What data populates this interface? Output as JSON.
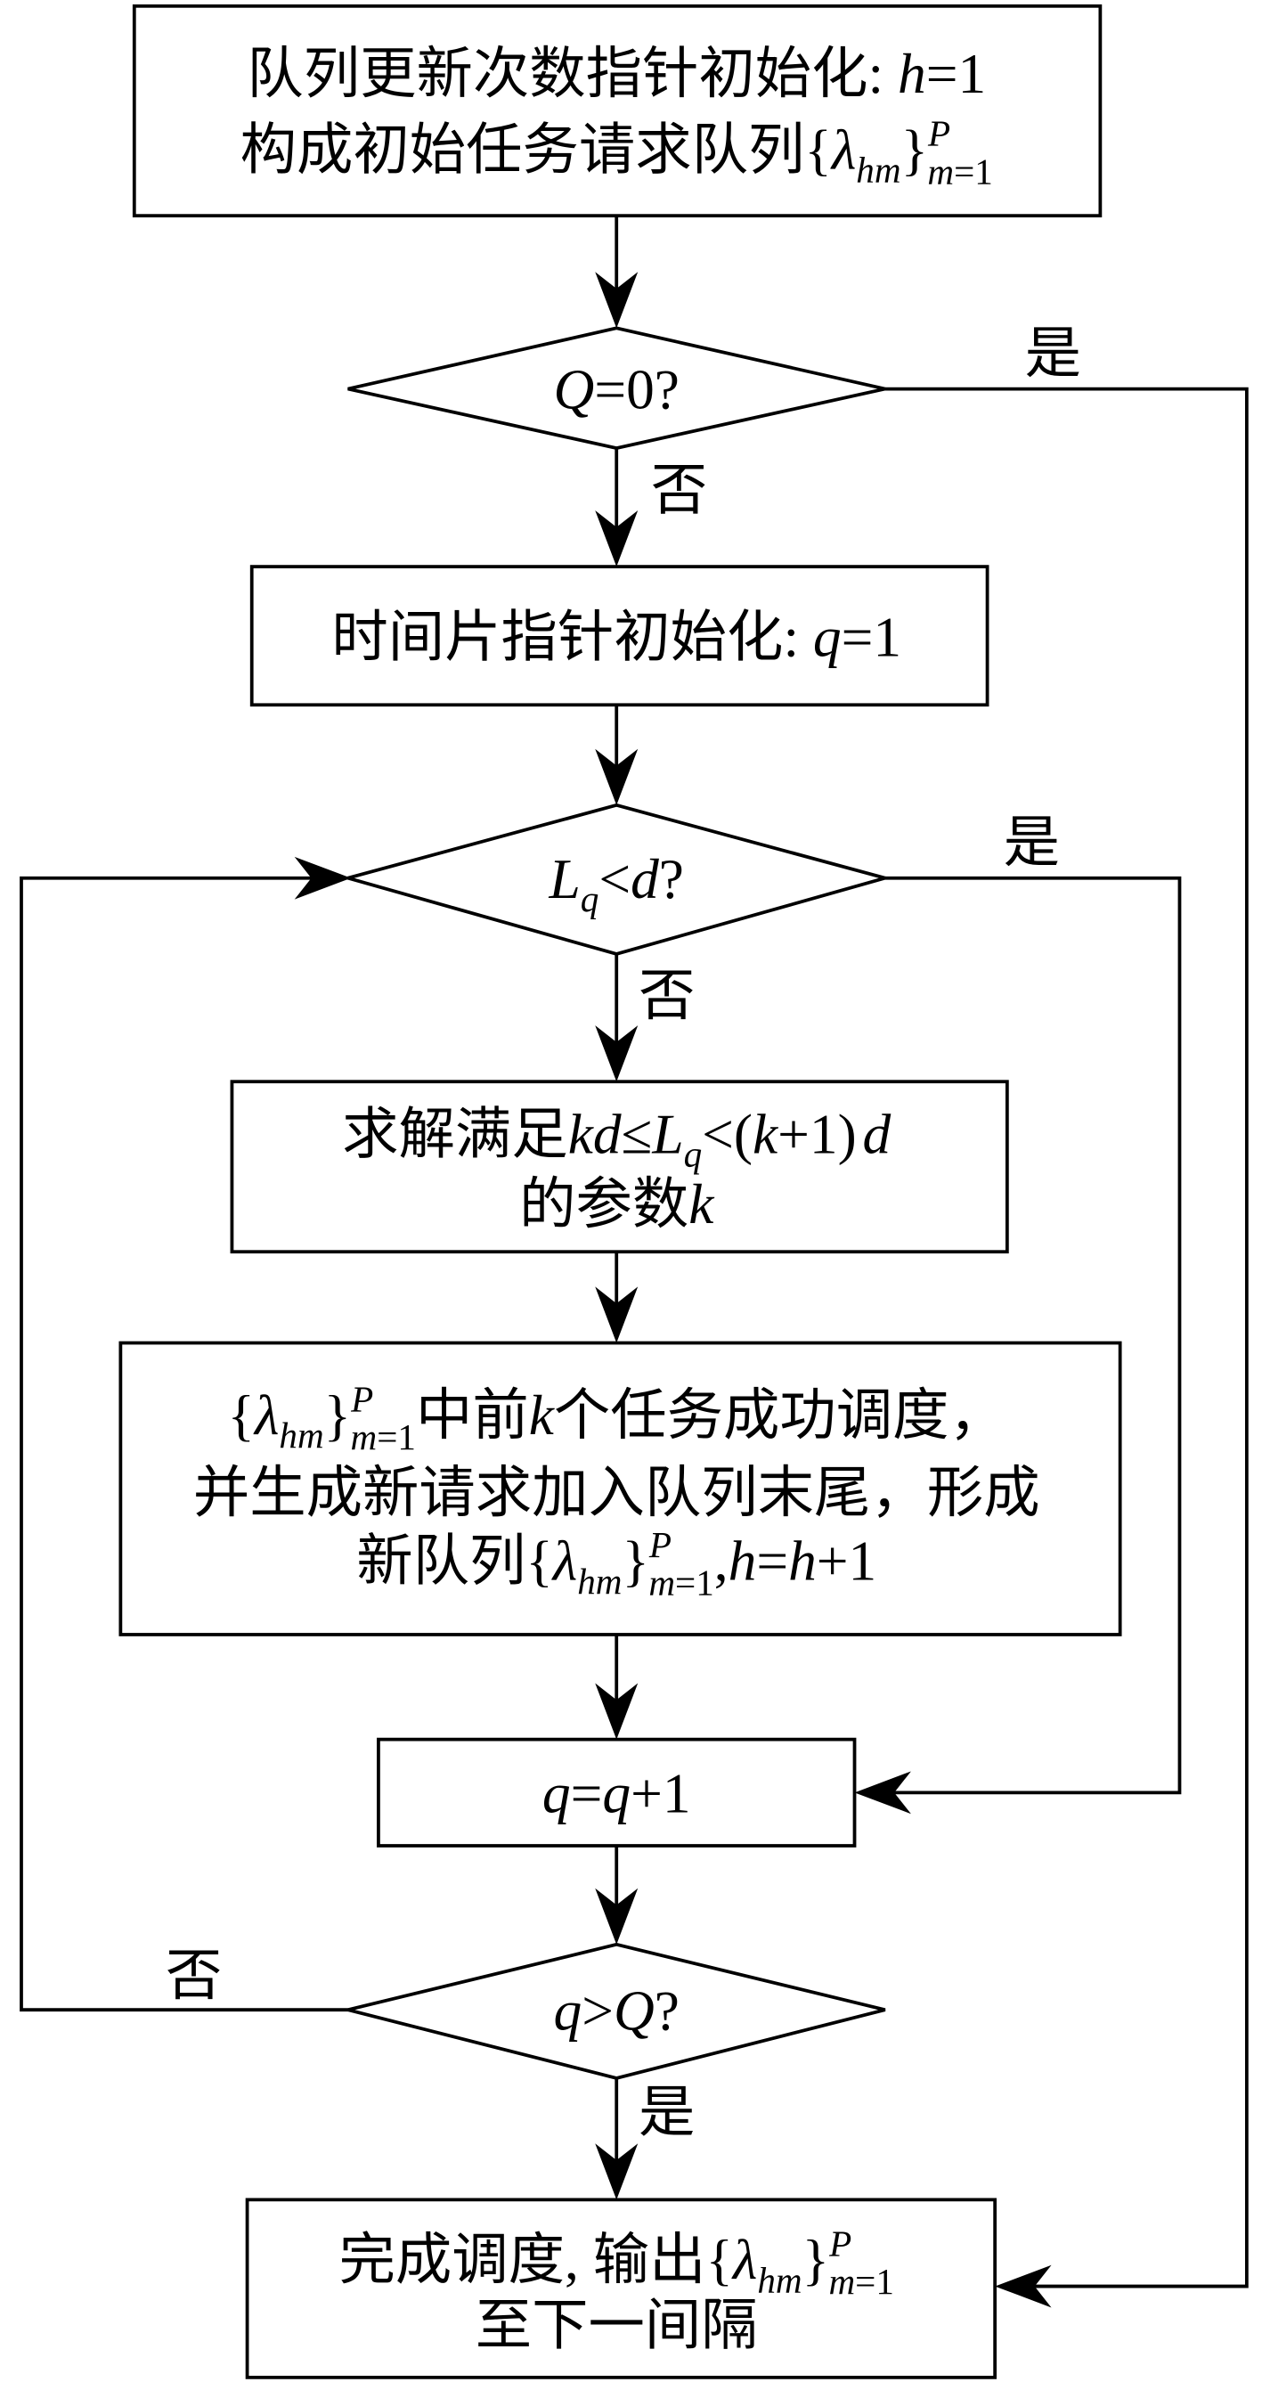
{
  "flowchart": {
    "nodes": {
      "init_queue": {
        "line1": [
          "队列更新次数指针初始化: ",
          "h",
          "=1"
        ],
        "line2": [
          "构成初始任务请求队列{",
          "λ",
          "hm",
          "}",
          "P",
          "m",
          "=1"
        ]
      },
      "check_q_zero": [
        "Q",
        "=0?"
      ],
      "init_slice": [
        "时间片指针初始化: ",
        "q",
        "=1"
      ],
      "check_length": [
        "L",
        "q",
        "<",
        "d",
        "?"
      ],
      "solve_k": {
        "line1": [
          "求解满足",
          "kd",
          "≤",
          "L",
          "q",
          "<(",
          "k",
          "+1)",
          "d"
        ],
        "line2": [
          "的参数",
          "k"
        ]
      },
      "schedule_tasks": {
        "line1": [
          "{",
          "λ",
          "hm",
          "}",
          "P",
          "m",
          "=1",
          "中前",
          "k",
          "个任务成功调度，"
        ],
        "line2": [
          "并生成新请求加入队列末尾，形成"
        ],
        "line3": [
          "新队列{",
          "λ",
          "hm",
          "}",
          "P",
          "m",
          "=1",
          ",",
          "h",
          "=",
          "h",
          "+1"
        ]
      },
      "increment_q": [
        "q",
        "=",
        "q",
        "+1"
      ],
      "check_q_exceeds": [
        "q",
        ">",
        "Q",
        "?"
      ],
      "finish": {
        "line1": [
          "完成调度, 输出{",
          "λ",
          "hm",
          "}",
          "P",
          "m",
          "=1"
        ],
        "line2": [
          "至下一间隔"
        ]
      }
    },
    "edge_labels": {
      "q_zero_yes": "是",
      "q_zero_no": "否",
      "length_yes": "是",
      "length_no": "否",
      "exceeds_no": "否",
      "exceeds_yes": "是"
    }
  }
}
